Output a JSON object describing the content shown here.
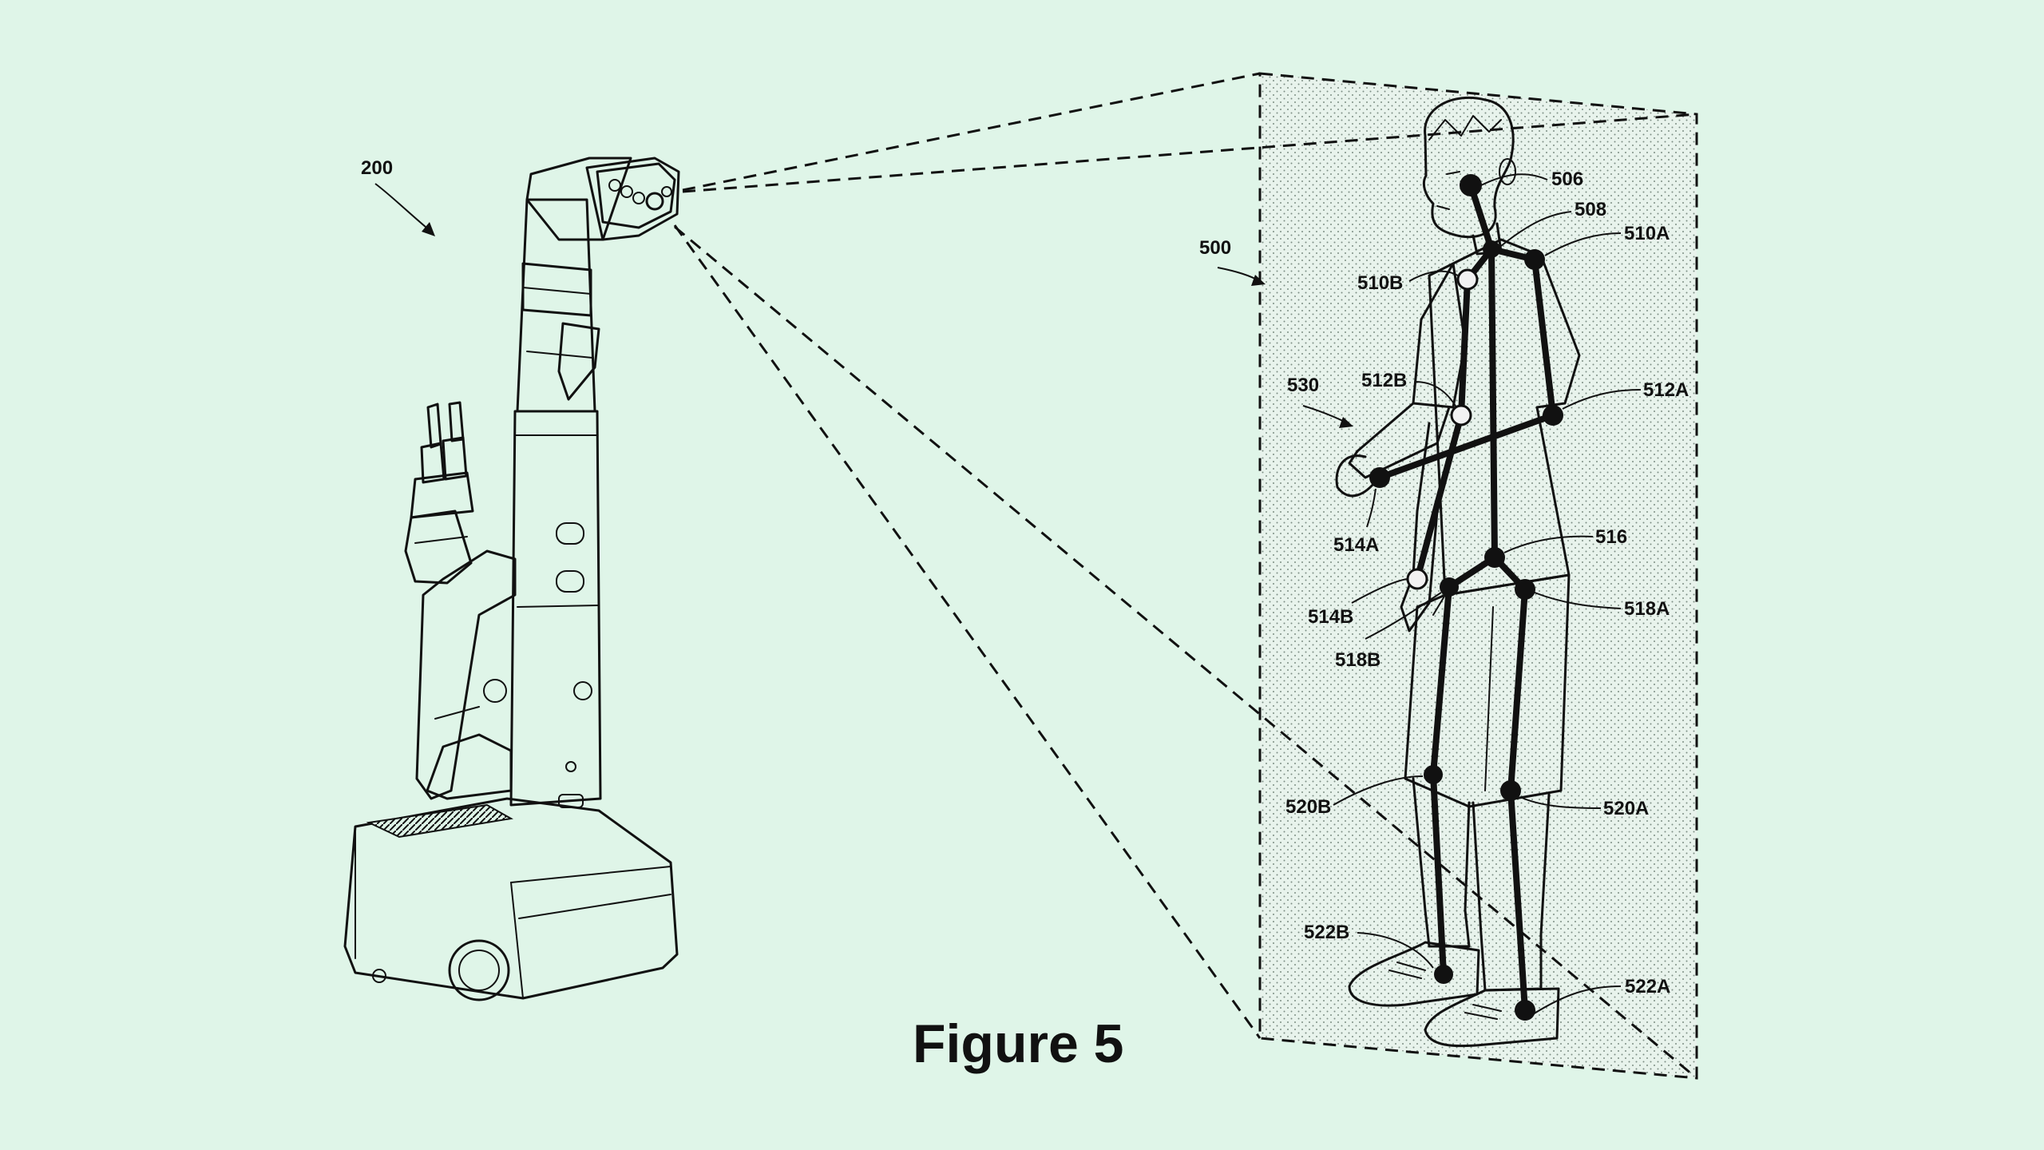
{
  "figure": {
    "caption": "Figure 5",
    "background": "#dff5e8",
    "ink": "#111111"
  },
  "references": {
    "robot": "200",
    "frame": "500",
    "skeleton": "530",
    "head": "506",
    "neck": "508",
    "shoulder_a": "510A",
    "shoulder_b": "510B",
    "elbow_a": "512A",
    "elbow_b": "512B",
    "wrist_a": "514A",
    "wrist_b": "514B",
    "pelvis": "516",
    "hip_a": "518A",
    "hip_b": "518B",
    "knee_a": "520A",
    "knee_b": "520B",
    "ankle_a": "522A",
    "ankle_b": "522B"
  }
}
